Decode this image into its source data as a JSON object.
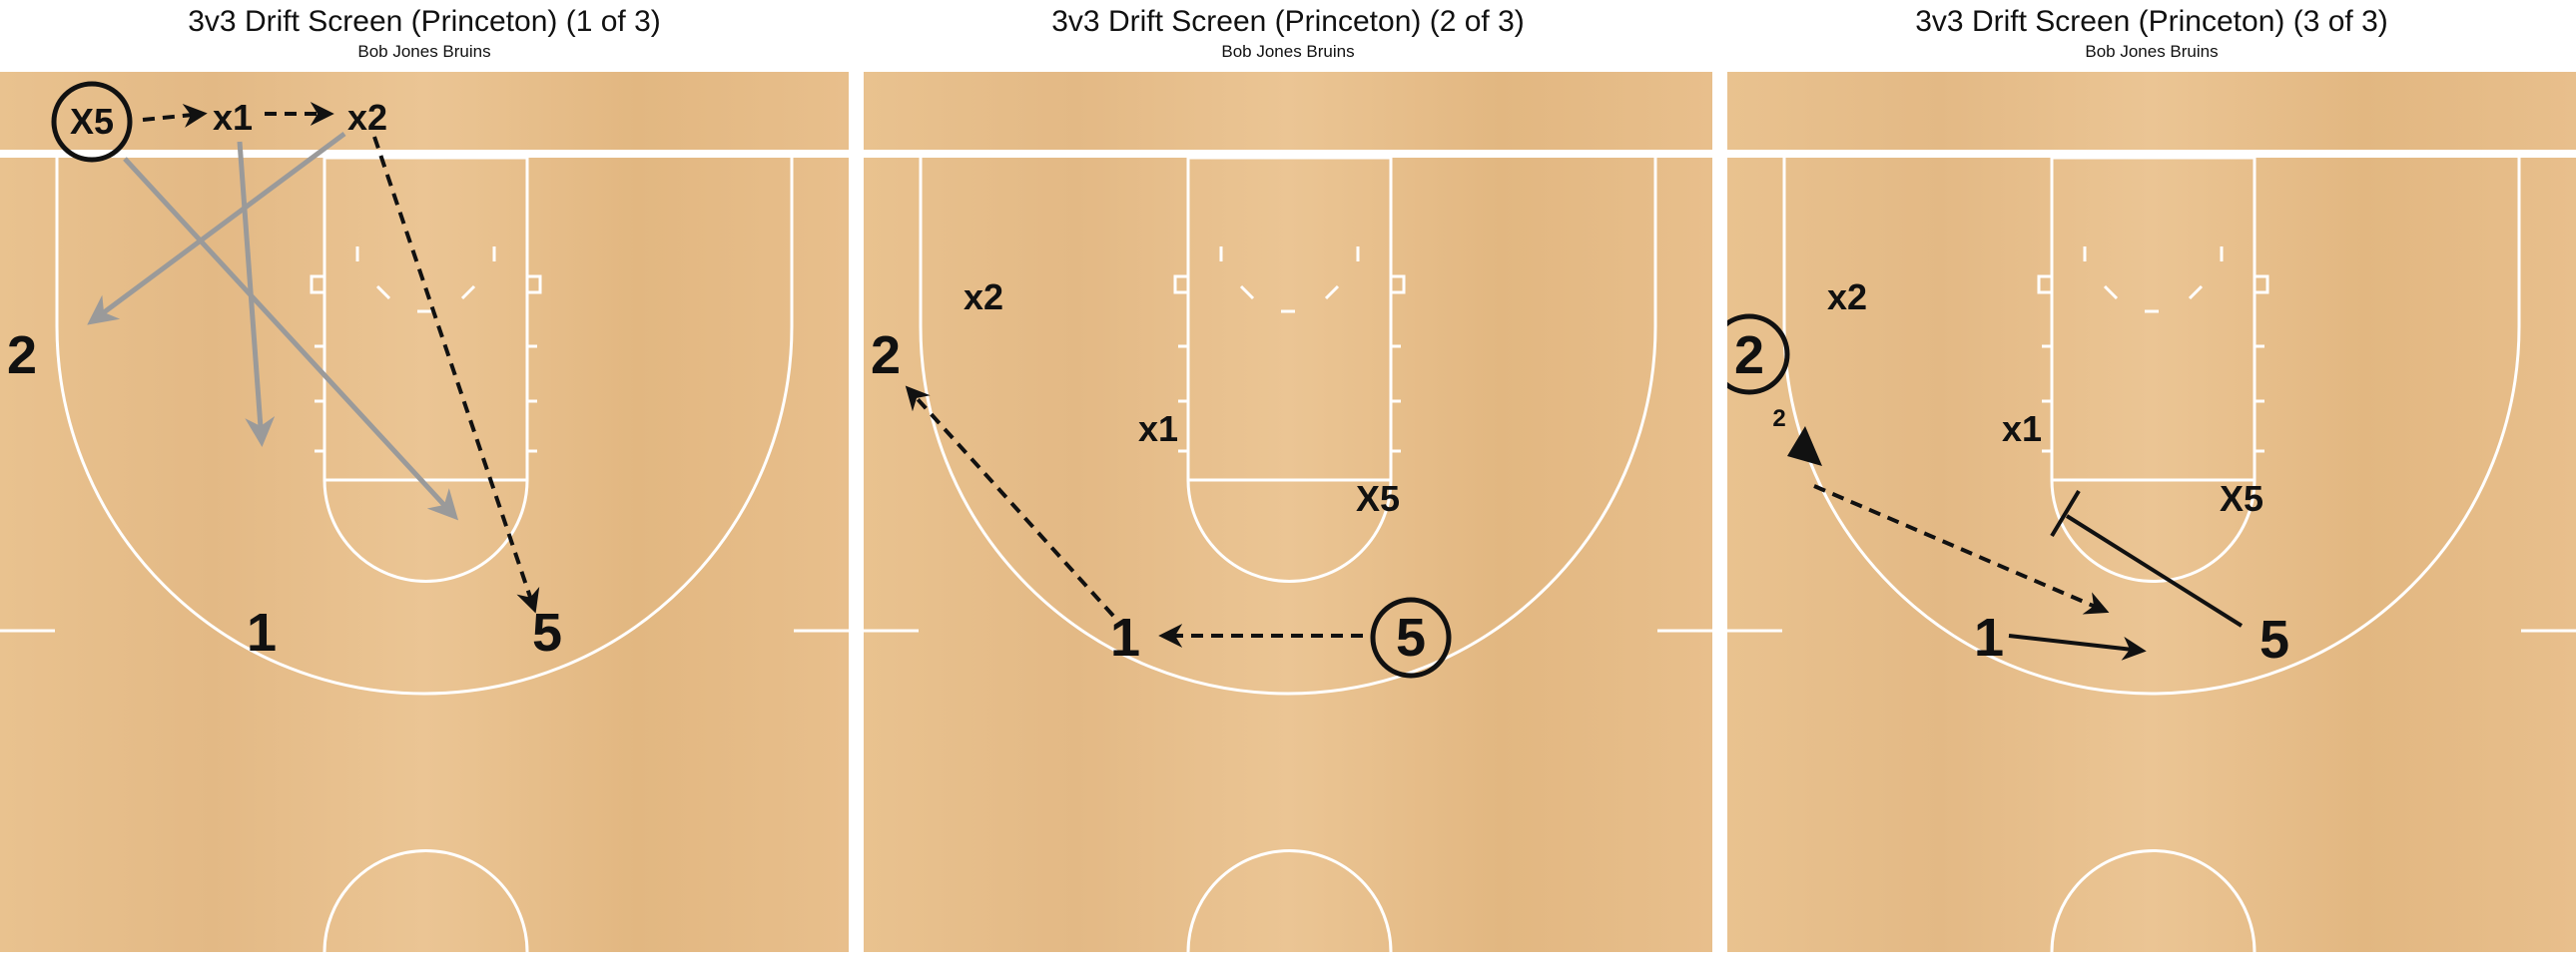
{
  "colors": {
    "floor": "#e8bf8c",
    "floor_grain": "#d9a872",
    "line": "#ffffff",
    "black": "#111111",
    "gray": "#9a9a9a"
  },
  "panels": [
    {
      "title": "3v3 Drift Screen (Princeton) (1 of 3)",
      "subtitle": "Bob Jones Bruins",
      "labels": {
        "x5": "X5",
        "x1": "x1",
        "x2": "x2",
        "p2": "2",
        "p1": "1",
        "p5": "5"
      }
    },
    {
      "title": "3v3 Drift Screen (Princeton) (2 of 3)",
      "subtitle": "Bob Jones Bruins",
      "labels": {
        "x2": "x2",
        "p2": "2",
        "x1": "x1",
        "x5": "X5",
        "p1": "1",
        "p5": "5"
      }
    },
    {
      "title": "3v3 Drift Screen (Princeton) (3 of 3)",
      "subtitle": "Bob Jones Bruins",
      "labels": {
        "x2": "x2",
        "p2": "2",
        "x1": "x1",
        "x5": "X5",
        "p1": "1",
        "p5": "5",
        "small2": "2"
      }
    }
  ]
}
